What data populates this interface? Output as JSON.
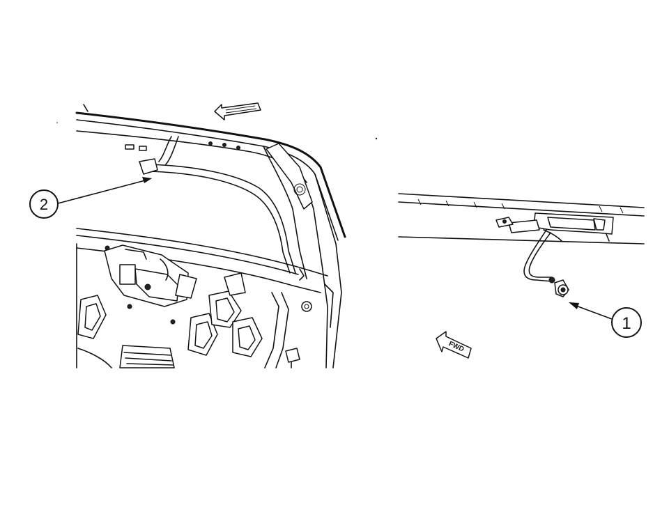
{
  "callouts": [
    {
      "id": "callout-2",
      "label": "2"
    },
    {
      "id": "callout-1",
      "label": "1"
    }
  ],
  "direction_arrows": [
    {
      "id": "fwd-arrow-left-view",
      "label": ""
    },
    {
      "id": "fwd-arrow-right-view",
      "label": "FWD"
    }
  ]
}
